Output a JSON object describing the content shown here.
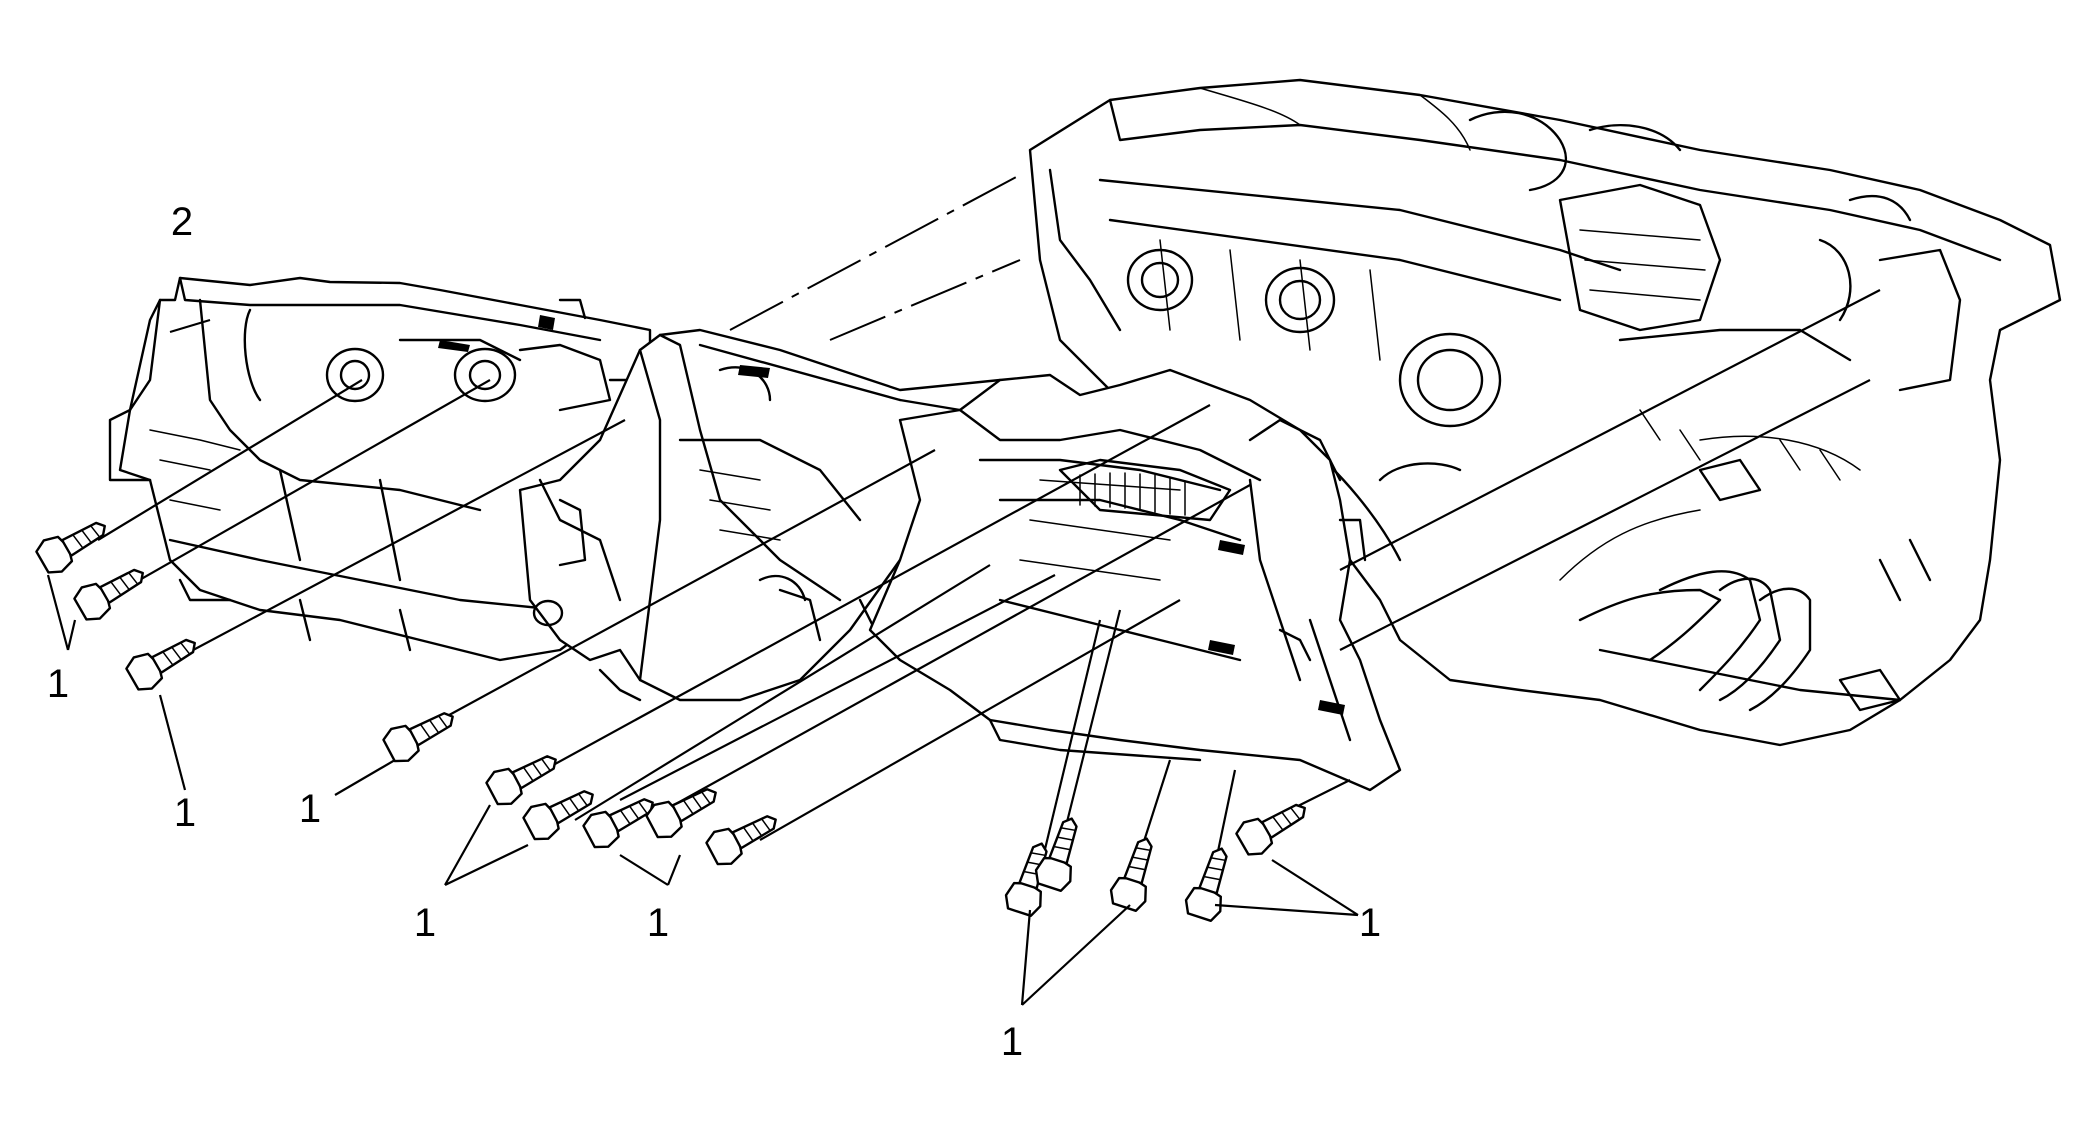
{
  "callouts": {
    "c1": "1",
    "c2": "1",
    "c3": "1",
    "c4": "1",
    "c5": "1",
    "c6": "1",
    "c7": "1",
    "c8": "2"
  }
}
